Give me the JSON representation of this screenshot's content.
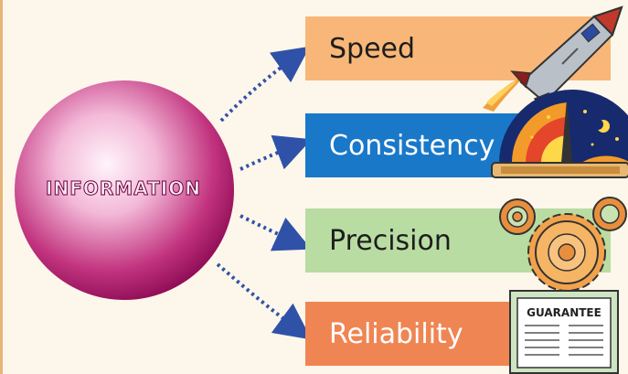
{
  "center": {
    "label": "INFORMATION",
    "color": "#b0166e"
  },
  "items": [
    {
      "label": "Speed",
      "color": "#f8b778",
      "icon": "rocket-icon"
    },
    {
      "label": "Consistency",
      "color": "#1a78c9",
      "icon": "sunrise-dial-icon"
    },
    {
      "label": "Precision",
      "color": "#b9dca2",
      "icon": "gears-icon"
    },
    {
      "label": "Reliability",
      "color": "#ef8553",
      "icon": "guarantee-certificate-icon"
    }
  ],
  "certificate": {
    "text": "GUARANTEE"
  },
  "arrow_color": "#2f52a8"
}
